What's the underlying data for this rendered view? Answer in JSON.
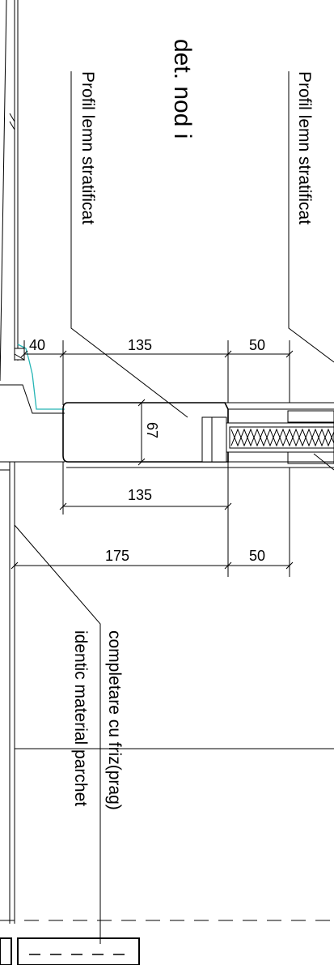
{
  "title": "det. nod i",
  "labels": {
    "profile_top": "Profil lemn stratificat",
    "profile_right": "Profil lemn stratificat",
    "note_line1": "completare cu friz(prag)",
    "note_line2": "identic material parchet"
  },
  "dimensions": {
    "d40": "40",
    "d135_top": "135",
    "d50_top": "50",
    "d67": "67",
    "d135_bottom": "135",
    "d175": "175",
    "d50_bottom": "50"
  },
  "colors": {
    "accent_line": "#26b5b5"
  }
}
